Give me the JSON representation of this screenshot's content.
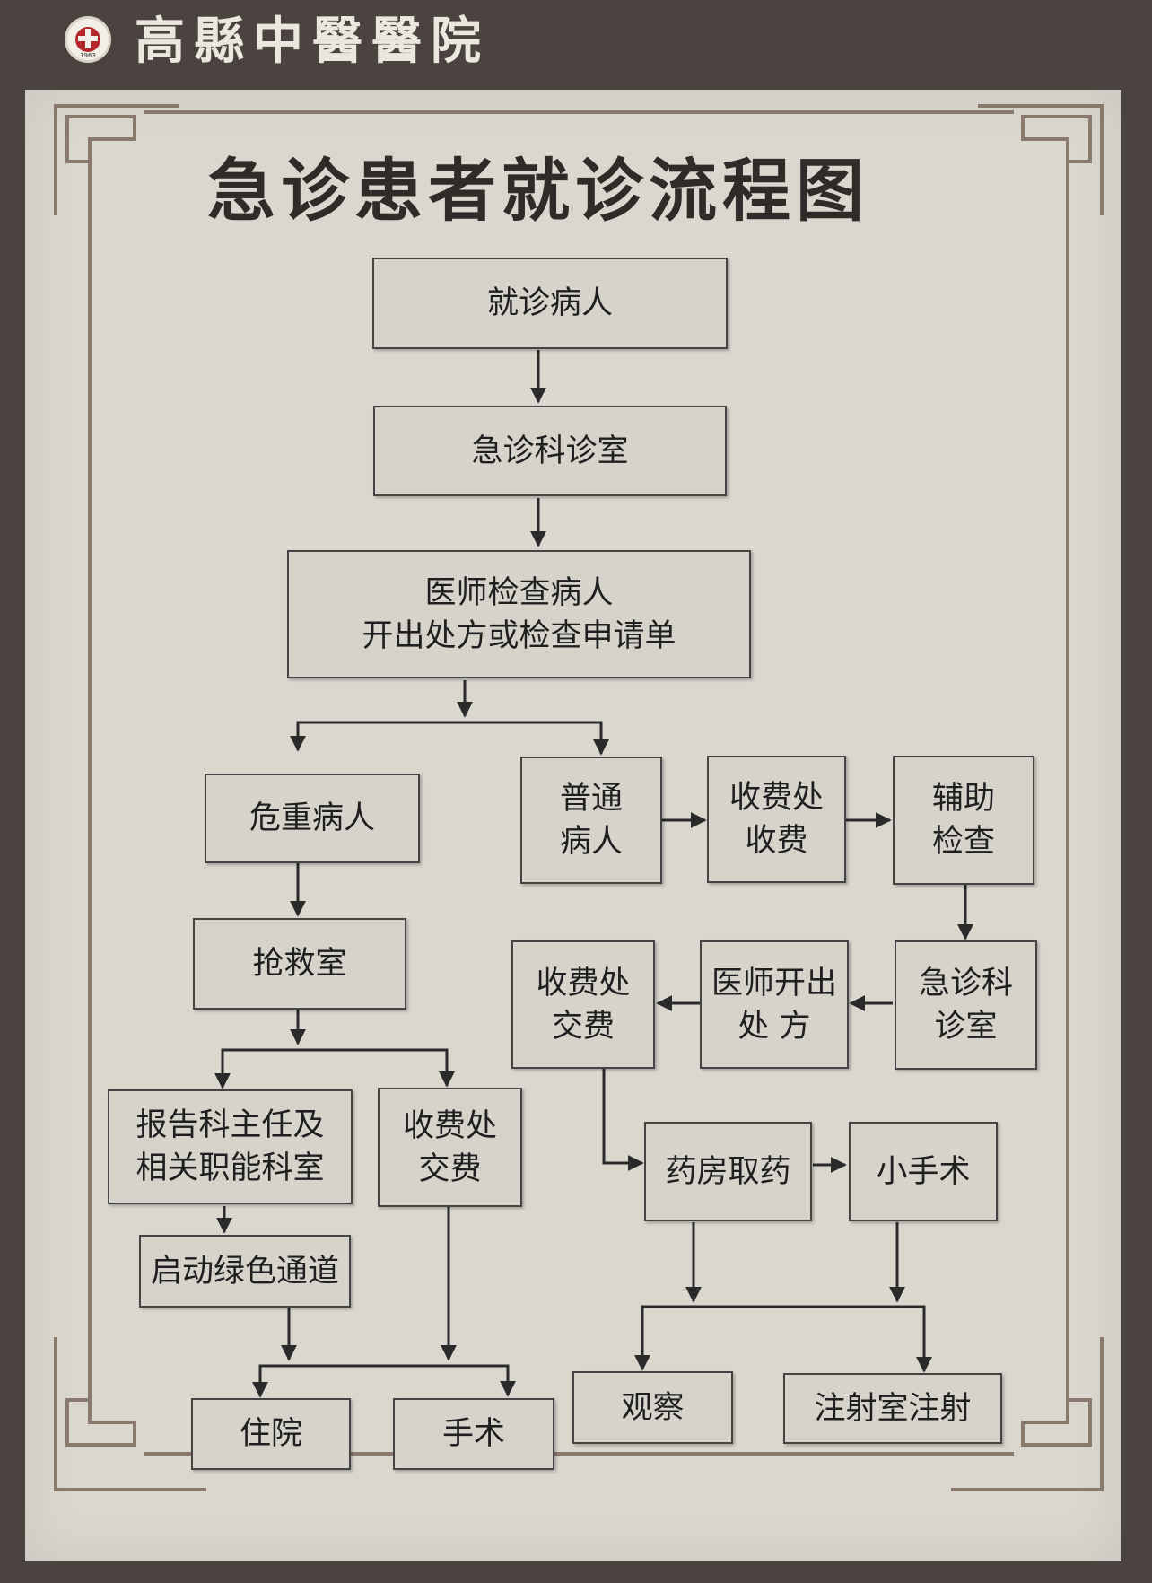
{
  "header": {
    "hospital_name": "高縣中醫醫院",
    "logo_year": "1963"
  },
  "title": "急诊患者就诊流程图",
  "nodes": {
    "visit_patient": "就诊病人",
    "er_clinic": "急诊科诊室",
    "doctor_exam": "医师检查病人\n开出处方或检查申请单",
    "critical_patient": "危重病人",
    "normal_patient": "普通\n病人",
    "cashier_fee": "收费处\n收费",
    "aux_exam": "辅助\n检查",
    "rescue_room": "抢救室",
    "cashier_pay_right": "收费处\n交费",
    "doctor_prescribe": "医师开出\n处 方",
    "er_clinic_2": "急诊科\n诊室",
    "report_director": "报告科主任及\n相关职能科室",
    "cashier_pay_left": "收费处\n交费",
    "pharmacy": "药房取药",
    "minor_surgery": "小手术",
    "green_channel": "启动绿色通道",
    "hospitalization": "住院",
    "surgery": "手术",
    "observation": "观察",
    "injection": "注射室注射"
  },
  "colors": {
    "board": "#dad7cf",
    "frame": "#8a7a6e",
    "text": "#1f1f1f",
    "wall": "#4a4340"
  }
}
